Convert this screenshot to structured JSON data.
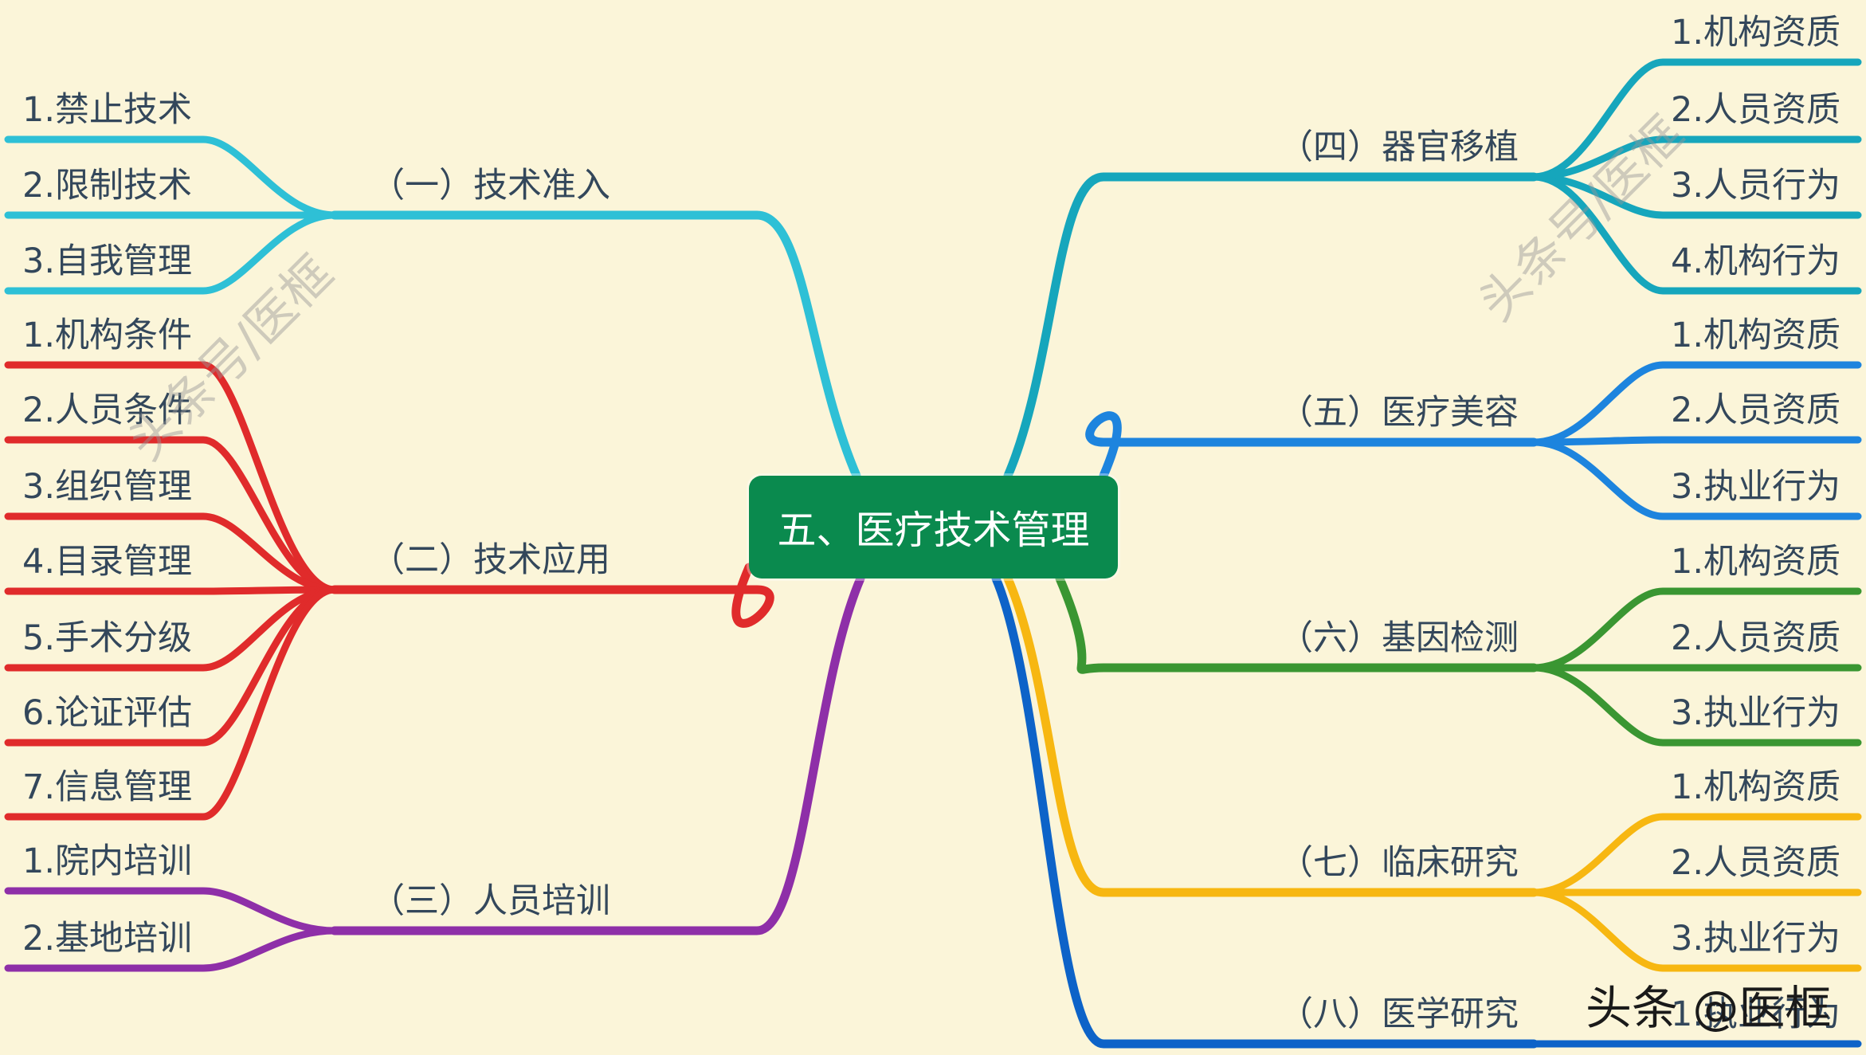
{
  "center": {
    "label": "五、医疗技术管理",
    "color": "#0A8A4E"
  },
  "branches": [
    {
      "label": "（一）技术准入",
      "color": "#2EC0D6",
      "side": "left",
      "children": [
        "1.禁止技术",
        "2.限制技术",
        "3.自我管理"
      ]
    },
    {
      "label": "（二）技术应用",
      "color": "#E02B2B",
      "side": "left",
      "children": [
        "1.机构条件",
        "2.人员条件",
        "3.组织管理",
        "4.目录管理",
        "5.手术分级",
        "6.论证评估",
        "7.信息管理"
      ]
    },
    {
      "label": "（三）人员培训",
      "color": "#8E2FA8",
      "side": "left",
      "children": [
        "1.院内培训",
        "2.基地培训"
      ]
    },
    {
      "label": "（四）器官移植",
      "color": "#16A6BC",
      "side": "right",
      "children": [
        "1.机构资质",
        "2.人员资质",
        "3.人员行为",
        "4.机构行为"
      ]
    },
    {
      "label": "（五）医疗美容",
      "color": "#1D84DE",
      "side": "right",
      "children": [
        "1.机构资质",
        "2.人员资质",
        "3.执业行为"
      ]
    },
    {
      "label": "（六）基因检测",
      "color": "#3A9632",
      "side": "right",
      "children": [
        "1.机构资质",
        "2.人员资质",
        "3.执业行为"
      ]
    },
    {
      "label": "（七）临床研究",
      "color": "#F7B711",
      "side": "right",
      "children": [
        "1.机构资质",
        "2.人员资质",
        "3.执业行为"
      ]
    },
    {
      "label": "（八）医学研究",
      "color": "#0D63C8",
      "side": "right",
      "children": [
        "1.执业行为"
      ]
    }
  ],
  "watermarks": [
    "头条号/医框",
    "头条号/医框"
  ],
  "footer_mark": "头条 @医框"
}
